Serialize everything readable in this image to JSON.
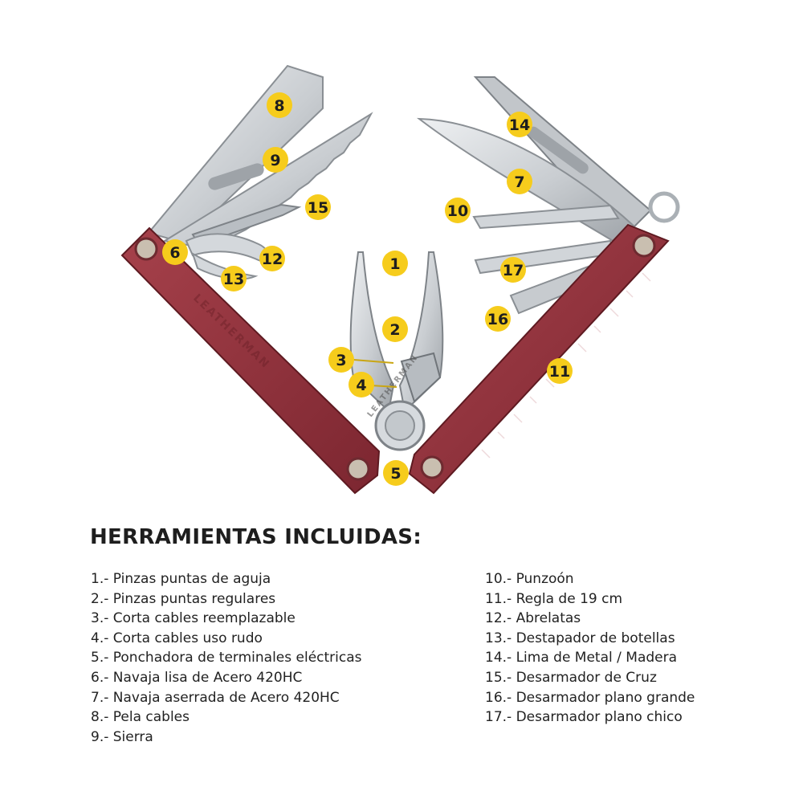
{
  "colors": {
    "badge": "#f6cc1c",
    "handle": "#8e2f38",
    "steel": "#cfd3d7",
    "text": "#222222"
  },
  "illustration": {
    "brand_stamp": "LEATHERMAN",
    "badges": [
      "1",
      "2",
      "3",
      "4",
      "5",
      "6",
      "7",
      "8",
      "9",
      "10",
      "11",
      "12",
      "13",
      "14",
      "15",
      "16",
      "17"
    ]
  },
  "section_title": "HERRAMIENTAS INCLUIDAS:",
  "tools_left": [
    "1.- Pinzas puntas de aguja",
    "2.- Pinzas puntas regulares",
    "3.- Corta cables reemplazable",
    "4.- Corta cables uso rudo",
    "5.- Ponchadora de terminales eléctricas",
    "6.- Navaja lisa de Acero 420HC",
    "7.- Navaja aserrada de Acero 420HC",
    "8.- Pela cables",
    "9.- Sierra"
  ],
  "tools_right": [
    "10.- Punzoón",
    "11.- Regla de 19 cm",
    "12.- Abrelatas",
    "13.- Destapador de botellas",
    "14.- Lima de Metal / Madera",
    "15.- Desarmador de Cruz",
    "16.- Desarmador plano grande",
    "17.- Desarmador plano chico"
  ]
}
